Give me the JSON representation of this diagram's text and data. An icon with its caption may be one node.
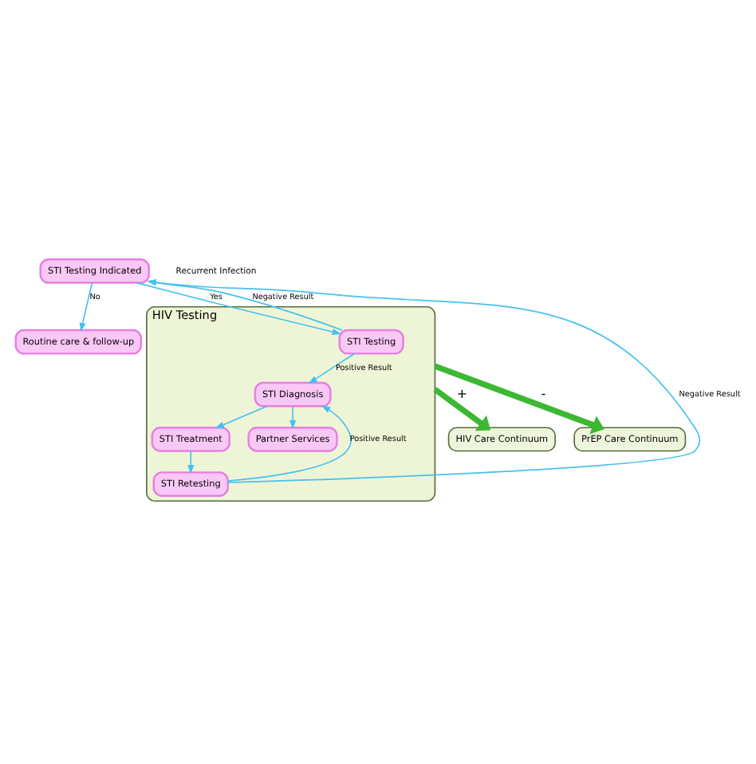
{
  "diagram": {
    "nodes": [
      {
        "text": [
          "STI Testing Indicated"
        ]
      },
      {
        "text": [
          "Routine care & follow-up"
        ]
      },
      {
        "text": [
          "HIV Testing"
        ]
      },
      {
        "text": [
          "STI Testing"
        ],
        "in": 2
      },
      {
        "text": [
          "STI Diagnosis"
        ],
        "in": 2
      },
      {
        "text": [
          "STI Treatment"
        ],
        "in": 2
      },
      {
        "text": [
          "Partner Services"
        ],
        "in": 2
      },
      {
        "text": [
          "STI Retesting"
        ],
        "in": 2
      },
      {
        "text": [
          "HIV Care Continuum"
        ]
      },
      {
        "text": [
          "PrEP Care Continuum"
        ]
      }
    ],
    "edges": [
      {
        "from": 0,
        "to": 1,
        "arrow": "to",
        "label": "No"
      },
      {
        "from": 0,
        "to": 3,
        "arrow": "to",
        "label": "Yes"
      },
      {
        "from": 3,
        "to": 0,
        "arrow": "to",
        "label": "Negative Result"
      },
      {
        "from": 3,
        "to": 4,
        "arrow": "to",
        "label": "Positive Result"
      },
      {
        "from": 4,
        "to": 5,
        "arrow": "to"
      },
      {
        "from": 4,
        "to": 6,
        "arrow": "to"
      },
      {
        "from": 5,
        "to": 7,
        "arrow": "to"
      },
      {
        "from": 7,
        "to": 0,
        "arrow": "to",
        "label": "Negative Result"
      },
      {
        "from": 7,
        "to": 4,
        "arrow": "to",
        "label": "Positive Result"
      },
      {
        "from": 2,
        "to": 8,
        "arrow": "to",
        "label": "+",
        "style": "thick",
        "color": "#3cb832"
      },
      {
        "from": 2,
        "to": 9,
        "arrow": "to",
        "label": "-",
        "style": "thick",
        "color": "#3cb832"
      }
    ],
    "labels": [
      "Recurrent Infection"
    ]
  }
}
